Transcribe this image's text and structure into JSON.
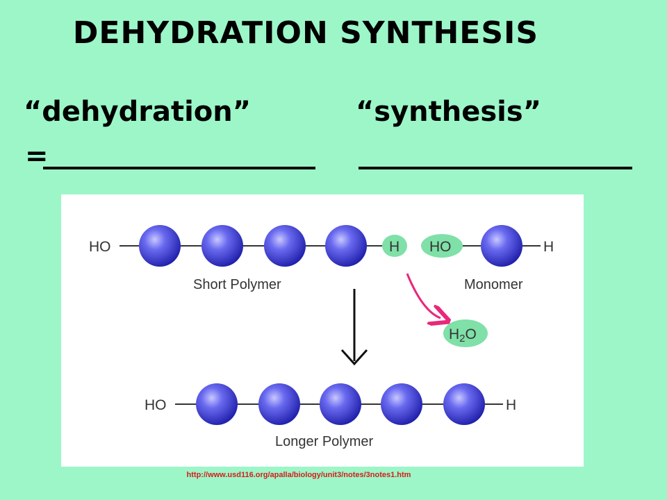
{
  "slide": {
    "title": "DEHYDRATION SYNTHESIS",
    "term_1": "“dehydration”",
    "term_2": "“synthesis”",
    "blank_1_prefix": "=",
    "source_url": "http://www.usd116.org/apalla/biology/unit3/notes/3notes1.htm"
  },
  "diagram": {
    "short_polymer": {
      "left_group": "HO",
      "right_group": "H",
      "caption": "Short Polymer",
      "monomer_count": 4
    },
    "monomer": {
      "left_group": "HO",
      "right_group": "H",
      "caption": "Monomer",
      "monomer_count": 1
    },
    "byproduct": {
      "label_main": "H",
      "label_sub": "2",
      "label_end": "O"
    },
    "longer_polymer": {
      "left_group": "HO",
      "right_group": "H",
      "caption": "Longer Polymer",
      "monomer_count": 5
    },
    "colors": {
      "sphere": "#3a3adc",
      "highlight": "#7fe0a8",
      "arrow_pink": "#e8287a",
      "background": "#9cf6c8"
    }
  }
}
